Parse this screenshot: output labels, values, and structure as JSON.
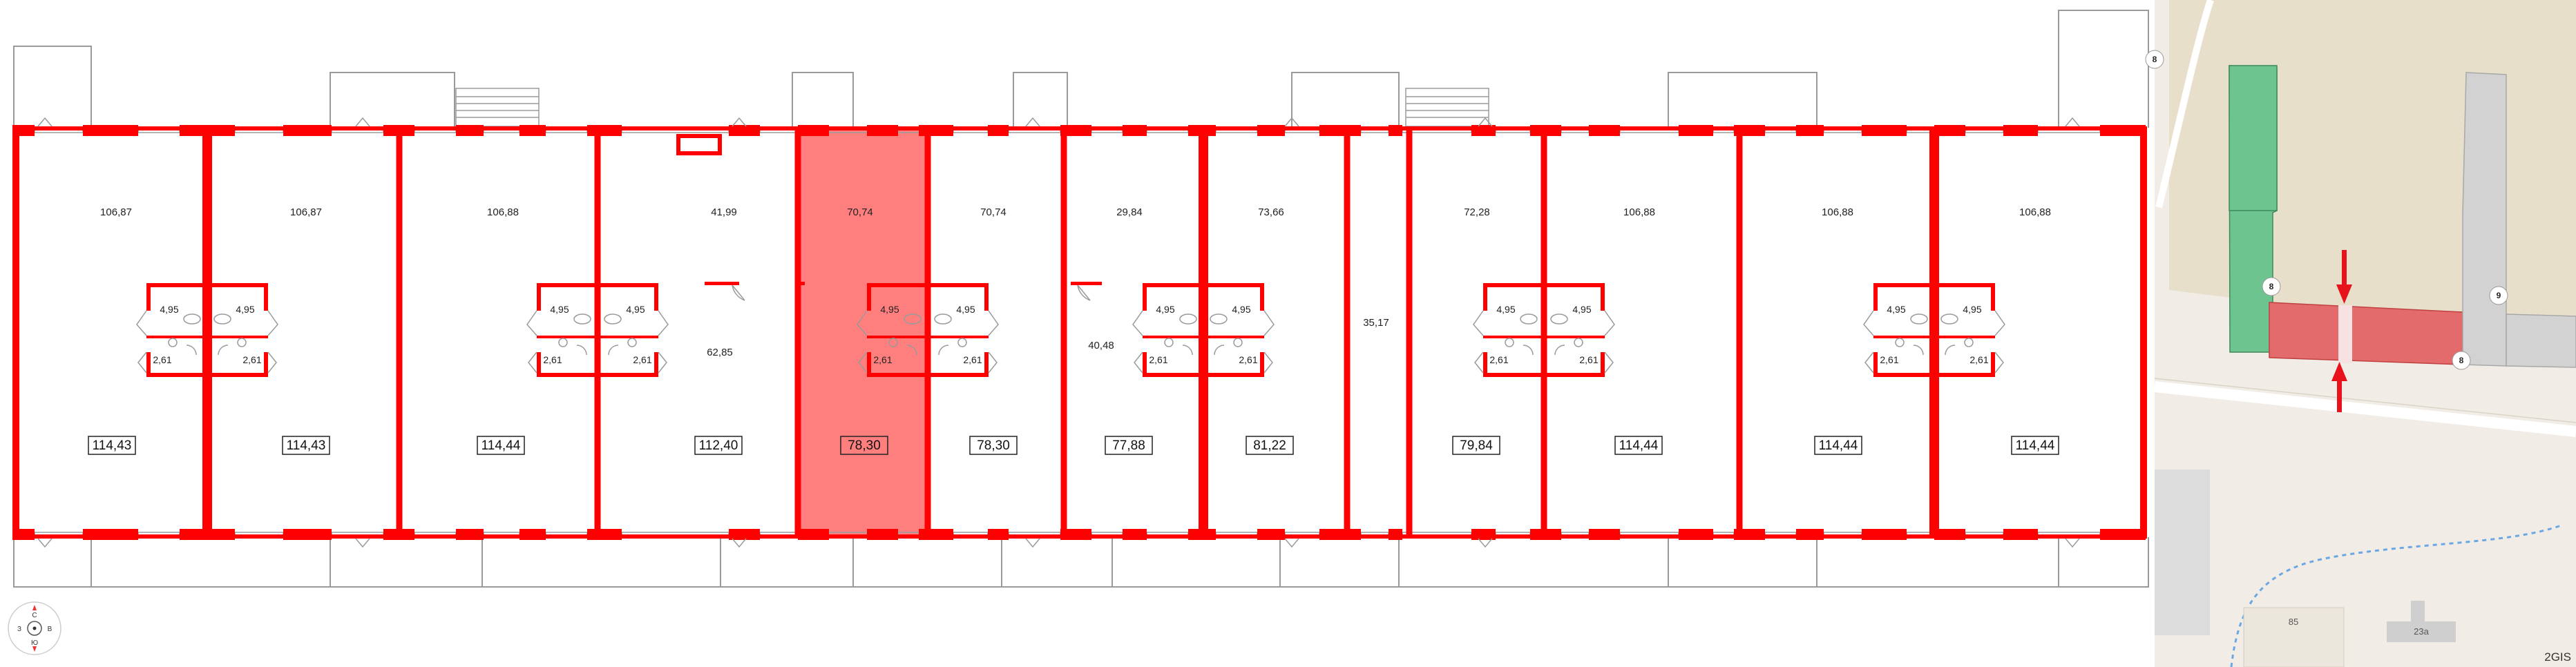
{
  "colors": {
    "wall": "#ff0000",
    "highlight_unit": "#ff7f7f",
    "outline": "#9a9a9a",
    "map_background": "#f1ede6",
    "map_building_green": "#6ec48f",
    "map_building_grey": "#d2d2d2",
    "map_building_red": "#e46b6b",
    "map_road": "#ffffff",
    "map_arrow": "#e8121a",
    "map_block_tan": "#e0d4b4"
  },
  "compass": {
    "north": "С",
    "south": "Ю",
    "west": "З",
    "east": "В"
  },
  "floorplan": {
    "upper_rooms": [
      {
        "id": "u1",
        "area": "106,87"
      },
      {
        "id": "u2",
        "area": "106,87"
      },
      {
        "id": "u3",
        "area": "106,88"
      },
      {
        "id": "u4",
        "area": "41,99"
      },
      {
        "id": "u5",
        "area": "70,74"
      },
      {
        "id": "u6",
        "area": "70,74"
      },
      {
        "id": "u7",
        "area": "29,84"
      },
      {
        "id": "u8",
        "area": "73,66"
      },
      {
        "id": "u9",
        "area": "72,28"
      },
      {
        "id": "u10",
        "area": "106,88"
      },
      {
        "id": "u11",
        "area": "106,88"
      },
      {
        "id": "u12",
        "area": "106,88"
      }
    ],
    "units": [
      {
        "id": "n1",
        "total": "114,43"
      },
      {
        "id": "n2",
        "total": "114,43"
      },
      {
        "id": "n3",
        "total": "114,44"
      },
      {
        "id": "n4",
        "total": "112,40"
      },
      {
        "id": "n5",
        "total": "78,30",
        "selected": true
      },
      {
        "id": "n6",
        "total": "78,30"
      },
      {
        "id": "n7",
        "total": "77,88"
      },
      {
        "id": "n8",
        "total": "81,22"
      },
      {
        "id": "n9",
        "total": "79,84"
      },
      {
        "id": "n10",
        "total": "114,44"
      },
      {
        "id": "n11",
        "total": "114,44"
      },
      {
        "id": "n12",
        "total": "114,44"
      }
    ],
    "other_rooms": [
      {
        "id": "r1",
        "area": "62,85"
      },
      {
        "id": "r2",
        "area": "40,48"
      },
      {
        "id": "r3",
        "area": "35,17"
      }
    ],
    "bath_blocks": [
      {
        "id": "b1",
        "top_left": "4,95",
        "top_right": "4,95",
        "bottom_left": "2,61",
        "bottom_right": "2,61"
      },
      {
        "id": "b2",
        "top_left": "4,95",
        "top_right": "4,95",
        "bottom_left": "2,61",
        "bottom_right": "2,61"
      },
      {
        "id": "b3",
        "top_left": "4,95",
        "top_right": "4,95",
        "bottom_left": "2,61",
        "bottom_right": "2,61"
      },
      {
        "id": "b4",
        "top_left": "4,95",
        "top_right": "4,95",
        "bottom_left": "2,61",
        "bottom_right": "2,61"
      },
      {
        "id": "b5",
        "top_left": "4,95",
        "top_right": "4,95",
        "bottom_left": "2,61",
        "bottom_right": "2,61"
      },
      {
        "id": "b6",
        "top_left": "4,95",
        "top_right": "4,95",
        "bottom_left": "2,61",
        "bottom_right": "2,61"
      }
    ]
  },
  "map": {
    "badges": [
      "8",
      "8",
      "9",
      "8"
    ],
    "block_labels": [
      "85",
      "23а"
    ],
    "brand": "2GIS"
  }
}
